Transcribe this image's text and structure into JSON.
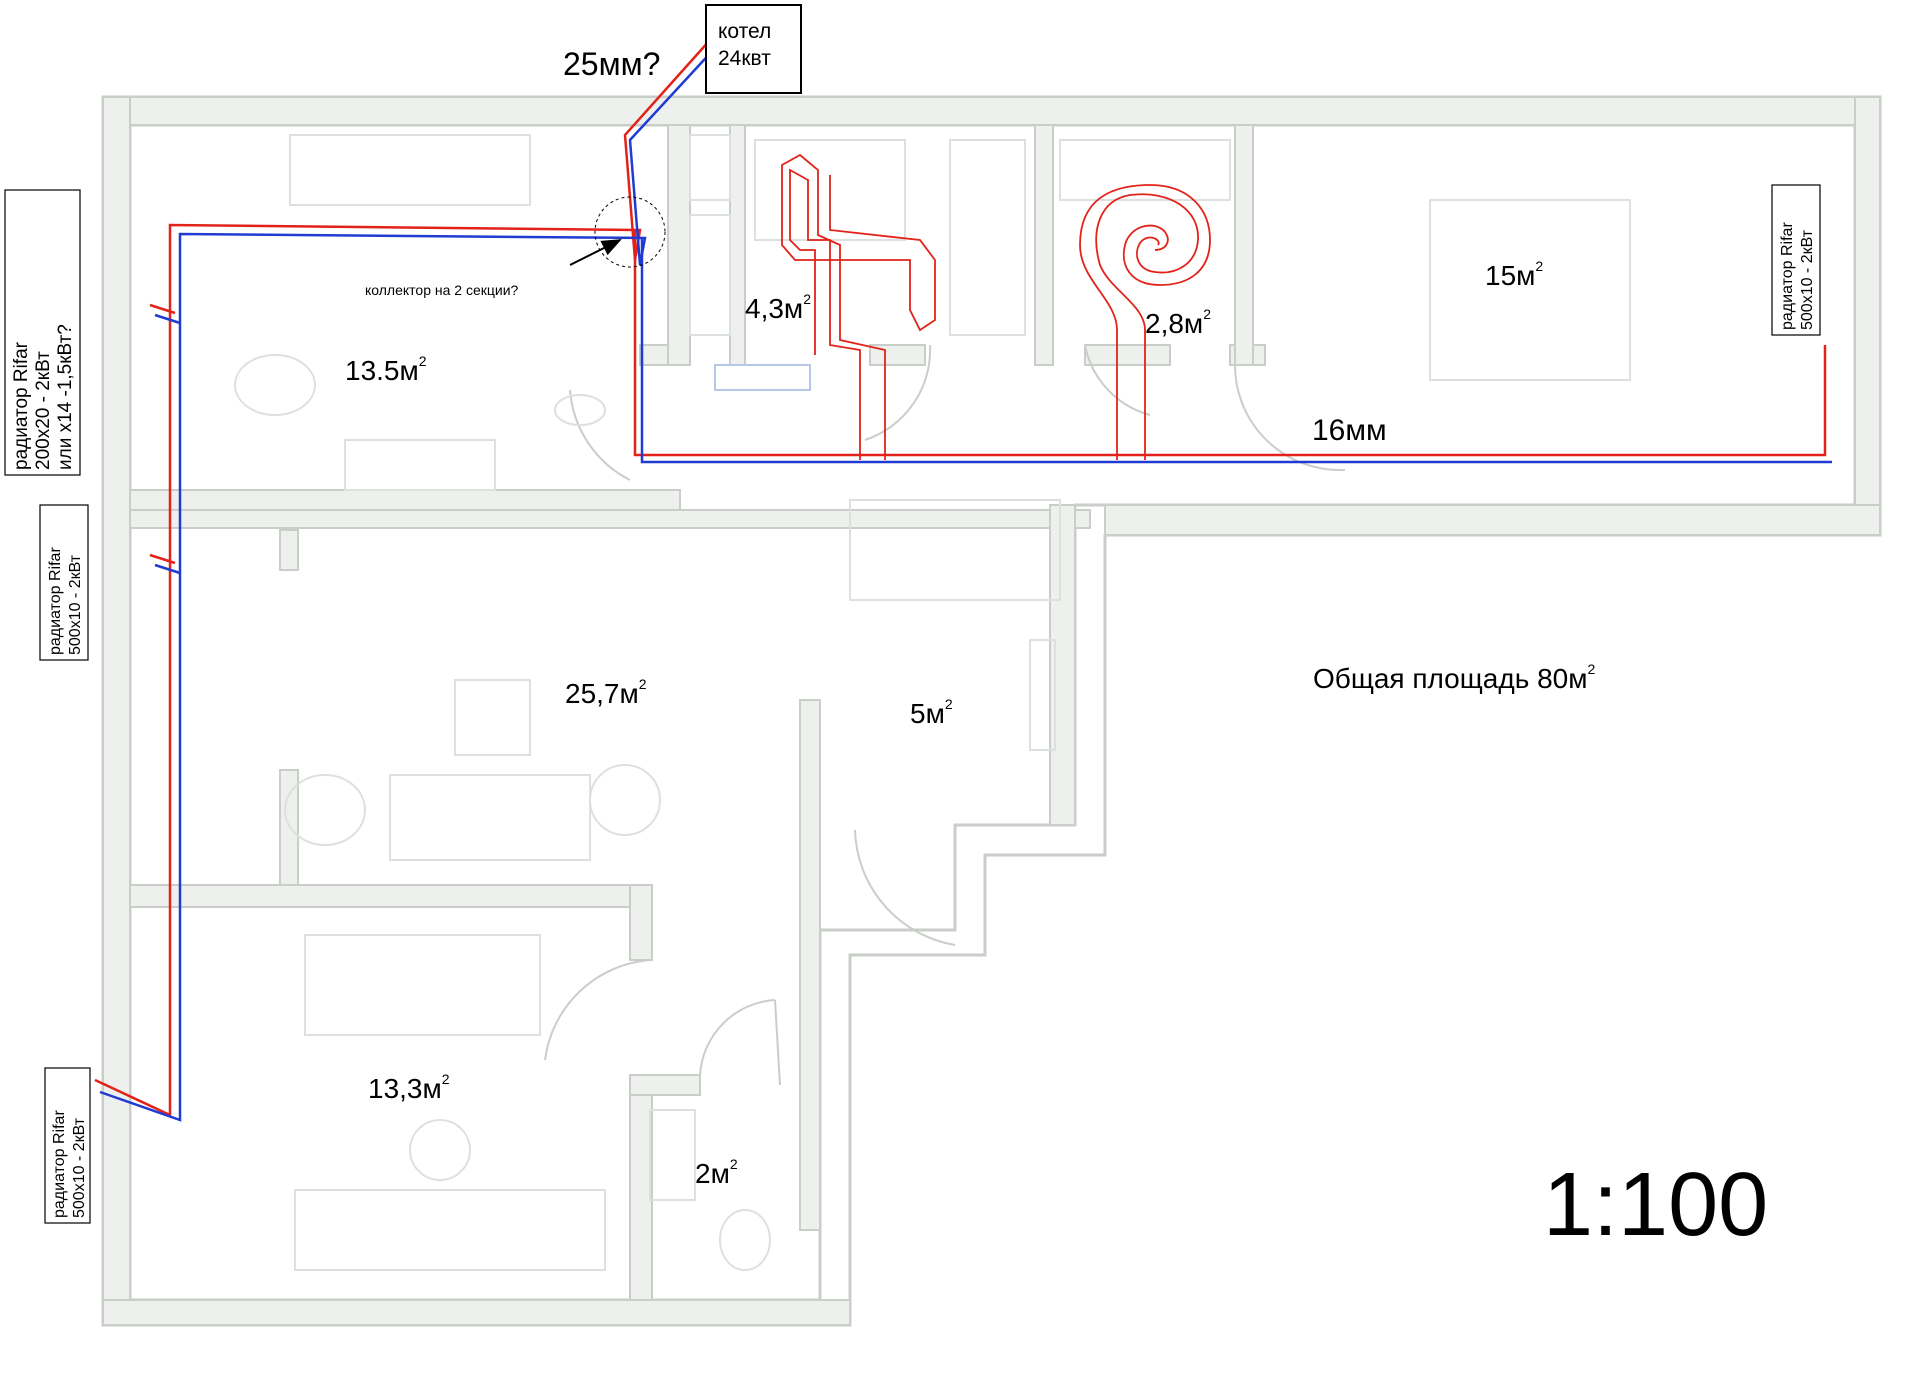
{
  "boiler": {
    "line1": "котел",
    "line2": "24квт"
  },
  "pipe_labels": {
    "main": "25мм?",
    "branch": "16мм"
  },
  "collector_note": "коллектор на 2 секции?",
  "rooms": {
    "kitchen": "13.5м",
    "bathroom": "4,3м",
    "toilet_upper": "2,8м",
    "bedroom_right": "15м",
    "living": "25,7м",
    "hall": "5м",
    "bedroom_lower": "13,3м",
    "toilet_lower": "2м"
  },
  "area_sup": "2",
  "total_area": "Общая площадь 80м",
  "scale": "1:100",
  "radiators": {
    "kitchen": {
      "l1": "радиатор Rifar",
      "l2": "200x20 - 2кВт",
      "l3": "или x14 -1,5кВт?"
    },
    "living": {
      "l1": "радиатор Rifar",
      "l2": "500x10 - 2кВт"
    },
    "bedroom_lower": {
      "l1": "радиатор Rifar",
      "l2": "500x10 - 2кВт"
    },
    "bedroom_right": {
      "l1": "радиатор Rifar",
      "l2": "500x10 - 2кВт"
    }
  },
  "colors": {
    "supply": "#e2231a",
    "return": "#1f3bd1",
    "walls": "#c9cec9"
  }
}
